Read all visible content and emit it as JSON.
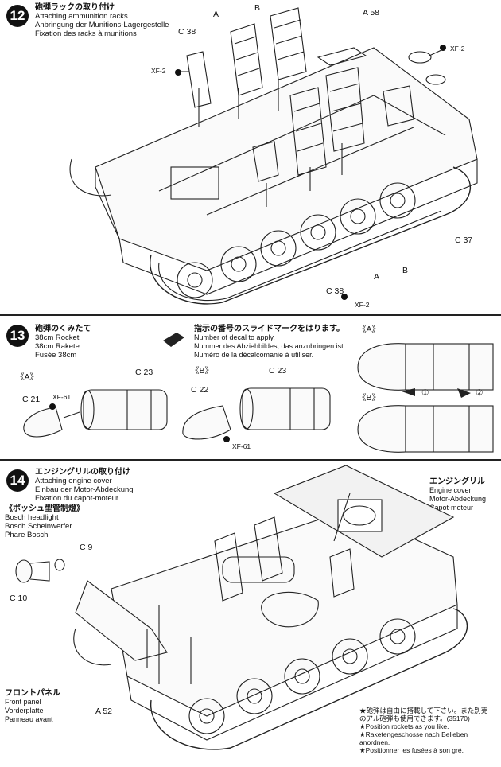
{
  "step12": {
    "number": "12",
    "title_jp": "砲弾ラックの取り付け",
    "title_en": "Attaching ammunition racks",
    "title_de": "Anbringung der Munitions-Lagergestelle",
    "title_fr": "Fixation des racks à munitions",
    "parts": {
      "a_left": "A",
      "b_top": "B",
      "a58": "A 58",
      "c38_top": "C 38",
      "xf2_left": "XF-2",
      "xf2_right": "XF-2",
      "c37": "C 37",
      "b_bottom": "B",
      "a_bottom": "A",
      "c38_bottom": "C 38",
      "xf2_bottom": "XF-2"
    }
  },
  "step13": {
    "number": "13",
    "title_jp": "砲弾のくみたて",
    "title_en": "38cm Rocket",
    "title_de": "38cm Rakete",
    "title_fr": "Fusée 38cm",
    "decal_jp": "指示の番号のスライドマークをはります。",
    "decal_en": "Number of decal to apply.",
    "decal_de": "Nummer des Abziehbildes, das anzubringen ist.",
    "decal_fr": "Numéro de la décalcomanie à utiliser.",
    "variant_a": "《A》",
    "variant_b": "《B》",
    "right_a": "《A》",
    "right_b": "《B》",
    "c21": "C 21",
    "xf61_a": "XF-61",
    "c23_a": "C 23",
    "c22": "C 22",
    "c23_b": "C 23",
    "xf61_b": "XF-61",
    "decal1": "①",
    "decal2": "②"
  },
  "step14": {
    "number": "14",
    "title_jp": "エンジングリルの取り付け",
    "title_en": "Attaching engine cover",
    "title_de": "Einbau der Motor-Abdeckung",
    "title_fr": "Fixation du capot-moteur",
    "bosch_jp": "《ボッシュ型管制燈》",
    "bosch_en": "Bosch headlight",
    "bosch_de": "Bosch Scheinwerfer",
    "bosch_fr": "Phare Bosch",
    "c9": "C 9",
    "c10": "C 10",
    "engine_jp": "エンジングリル",
    "engine_en": "Engine cover",
    "engine_de": "Motor-Abdeckung",
    "engine_fr": "Capot-moteur",
    "front_jp": "フロントパネル",
    "front_en": "Front panel",
    "front_de": "Vorderplatte",
    "front_fr": "Panneau avant",
    "a52": "A 52",
    "note_jp1": "★砲弾は自由に搭載して下さい。また別売",
    "note_jp2": "のアル砲弾も使用できます。(35170)",
    "note_en": "★Position rockets as you like.",
    "note_de": "★Raketengeschosse nach Belieben anordnen.",
    "note_fr": "★Positionner les fusées à son gré."
  }
}
